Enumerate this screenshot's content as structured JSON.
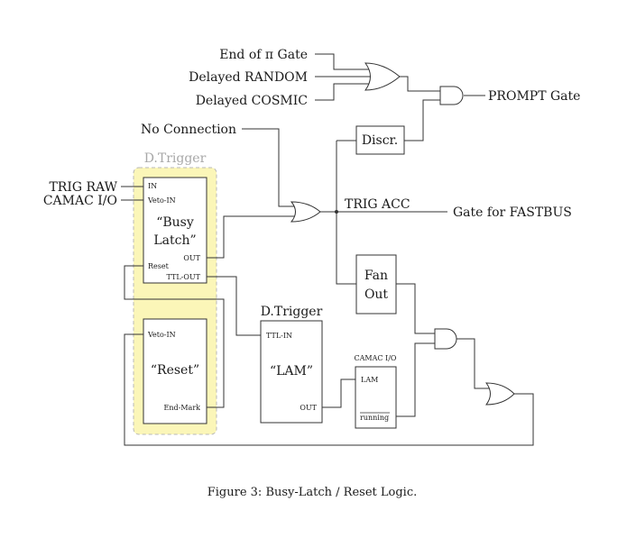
{
  "diagram": {
    "inputs": {
      "end_of_pi_gate": "End of π Gate",
      "delayed_random": "Delayed RANDOM",
      "delayed_cosmic": "Delayed COSMIC",
      "no_connection": "No Connection",
      "trig_raw": "TRIG RAW",
      "camac_io": "CAMAC I/O"
    },
    "outputs": {
      "prompt_gate": "PROMPT Gate",
      "gate_for_fastbus": "Gate for FASTBUS"
    },
    "signals": {
      "trig_acc": "TRIG ACC"
    },
    "dtrigger_group_label": "D.Trigger",
    "busy_latch": {
      "in": "IN",
      "veto_in": "Veto-IN",
      "title_line1": "“Busy",
      "title_line2": "Latch”",
      "out": "OUT",
      "reset": "Reset",
      "ttl_out": "TTL-OUT"
    },
    "reset_module": {
      "veto_in": "Veto-IN",
      "title": "“Reset”",
      "end_mark": "End-Mark"
    },
    "lam_module": {
      "header": "D.Trigger",
      "ttl_in": "TTL-IN",
      "title": "“LAM”",
      "out": "OUT"
    },
    "camac_module": {
      "header": "CAMAC I/O",
      "lam": "LAM",
      "running": "running"
    },
    "discr": "Discr.",
    "fan_out_line1": "Fan",
    "fan_out_line2": "Out"
  },
  "caption": "Figure 3: Busy-Latch / Reset Logic.",
  "colors": {
    "dtrigger_fill": "#fbf6b8",
    "dtrigger_border": "#b8b8b8",
    "dtrigger_label": "#a8a8a8",
    "line": "#333333"
  }
}
